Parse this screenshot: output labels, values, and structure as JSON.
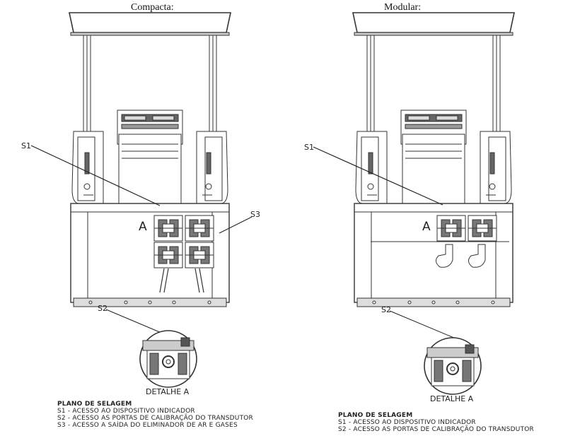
{
  "left": {
    "title": "Compacta:",
    "callouts": {
      "s1": "S1",
      "s2": "S2",
      "s3": "S3",
      "a": "A"
    },
    "detail": "DETALHE A",
    "legend": {
      "heading": "PLANO DE SELAGEM",
      "items": [
        "S1 - ACESSO AO DISPOSITIVO INDICADOR",
        "S2 - ACESSO AS PORTAS DE CALIBRAÇÃO DO TRANSDUTOR",
        "S3 - ACESSO A SAÍDA DO ELIMINADOR DE AR E GASES"
      ]
    }
  },
  "right": {
    "title": "Modular:",
    "callouts": {
      "s1": "S1",
      "s2": "S2",
      "a": "A"
    },
    "detail": "DETALHE A",
    "legend": {
      "heading": "PLANO DE SELAGEM",
      "items": [
        "S1 - ACESSO AO DISPOSITIVO INDICADOR",
        "S2 - ACESSO AS PORTAS DE CALIBRAÇÃO DO TRANSDUTOR"
      ]
    }
  },
  "colors": {
    "line": "#333333",
    "fill": "#ffffff",
    "stripe": "#888888"
  }
}
